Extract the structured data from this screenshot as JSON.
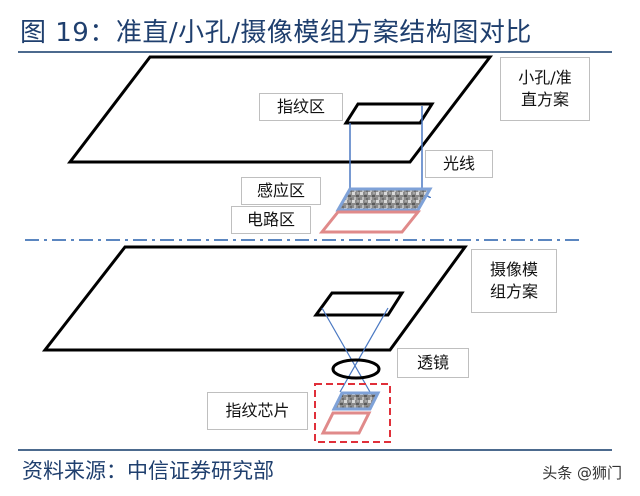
{
  "title": "图 19：准直/小孔/摄像模组方案结构图对比",
  "source": "资料来源：中信证券研究部",
  "watermark": "头条 @狮门",
  "top_diagram": {
    "scheme_label_line1": "小孔/准",
    "scheme_label_line2": "直方案",
    "fingerprint_area": "指纹区",
    "light_rays": "光线",
    "sensing_area": "感应区",
    "circuit_area": "电路区"
  },
  "bottom_diagram": {
    "scheme_label_line1": "摄像模",
    "scheme_label_line2": "组方案",
    "lens": "透镜",
    "fingerprint_chip": "指纹芯片"
  },
  "colors": {
    "title_text": "#1f3f6e",
    "rule": "#4c6a8e",
    "ray_blue": "#4a78c2",
    "sensor_blue": "#7fa2d8",
    "circuit_red": "#e08a8a",
    "chip_dash_red": "#e0303a",
    "separator_blue": "#5b86c0"
  }
}
